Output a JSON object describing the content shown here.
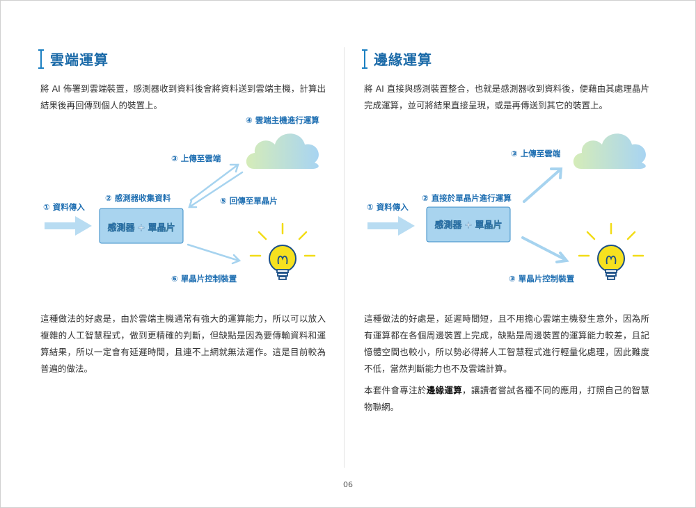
{
  "page_number": "06",
  "left": {
    "title": "雲端運算",
    "intro": "將 AI 佈署到雲端裝置，感測器收到資料後會將資料送到雲端主機，計算出結果後再回傳到個人的裝置上。",
    "diagram": {
      "step1": "① 資料傳入",
      "step2": "② 感測器收集資料",
      "step3": "③ 上傳至雲端",
      "step4": "④ 雲端主機進行運算",
      "step5": "⑤ 回傳至單晶片",
      "step6": "⑥ 單晶片控制裝置",
      "box_a": "感測器",
      "box_plus": "+",
      "box_b": "單晶片"
    },
    "body": "這種做法的好處是，由於雲端主機通常有強大的運算能力，所以可以放入複雜的人工智慧程式，做到更精確的判斷，但缺點是因為要傳輸資料和運算結果，所以一定會有延遲時間，且連不上網就無法運作。這是目前較為普遍的做法。"
  },
  "right": {
    "title": "邊緣運算",
    "intro": "將 AI 直接與感測裝置整合，也就是感測器收到資料後，便藉由其處理晶片完成運算，並可將結果直接呈現，或是再傳送到其它的裝置上。",
    "diagram": {
      "step1": "① 資料傳入",
      "step2": "② 直接於單晶片進行運算",
      "step3a": "③ 上傳至雲端",
      "step3b": "③ 單晶片控制裝置",
      "box_a": "感測器",
      "box_plus": "+",
      "box_b": "單晶片"
    },
    "body": "這種做法的好處是，延遲時間短，且不用擔心雲端主機發生意外，因為所有運算都在各個周邊裝置上完成，缺點是周邊裝置的運算能力較差，且記憶體空間也較小，所以勢必得將人工智慧程式進行輕量化處理，因此難度不低，當然判斷能力也不及雲端計算。",
    "note_prefix": "本套件會專注於",
    "note_bold": "邊緣運算",
    "note_suffix": "，讓讀者嘗試各種不同的應用，打照自己的智慧物聯網。"
  },
  "colors": {
    "accent": "#1b7fc1",
    "label": "#1f6fb2",
    "box_fill": "#a9d4ef",
    "box_text": "#f4e93a",
    "arrow": "#a6d3ef",
    "bulb": "#f6e11f"
  }
}
